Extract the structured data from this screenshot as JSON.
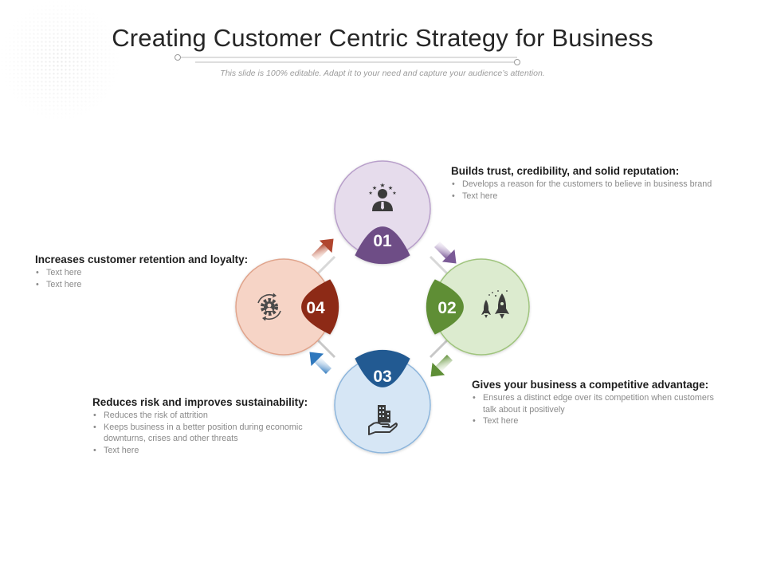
{
  "title": "Creating Customer Centric Strategy for Business",
  "subtitle": "This slide is 100% editable. Adapt it to your need and capture your audience’s attention.",
  "colors": {
    "purple": "#6e4e86",
    "purple_light": "#e6dcec",
    "green": "#5e8e36",
    "green_light": "#dcebcf",
    "blue": "#225a92",
    "blue_light": "#d6e6f5",
    "red": "#8d2a16",
    "red_light": "#f6d4c6"
  },
  "steps": [
    {
      "number": "01",
      "icon": "person-with-stars-icon",
      "heading": "Builds trust,  credibility, and solid reputation:",
      "bullets": [
        "Develops a reason for the customers to believe in business brand",
        "Text here"
      ]
    },
    {
      "number": "02",
      "icon": "rockets-icon",
      "heading": "Gives your business a competitive advantage:",
      "bullets": [
        "Ensures a distinct edge over its competition when customers talk about it positively",
        "Text here"
      ]
    },
    {
      "number": "03",
      "icon": "hand-holding-building-icon",
      "heading": "Reduces risk and improves sustainability:",
      "bullets": [
        "Reduces the risk of attrition",
        "Keeps business in a better position during economic downturns, crises and other threats",
        "Text here"
      ]
    },
    {
      "number": "04",
      "icon": "customer-gear-cycle-icon",
      "heading": "Increases customer retention and loyalty:",
      "bullets": [
        "Text here",
        "Text here"
      ]
    }
  ]
}
